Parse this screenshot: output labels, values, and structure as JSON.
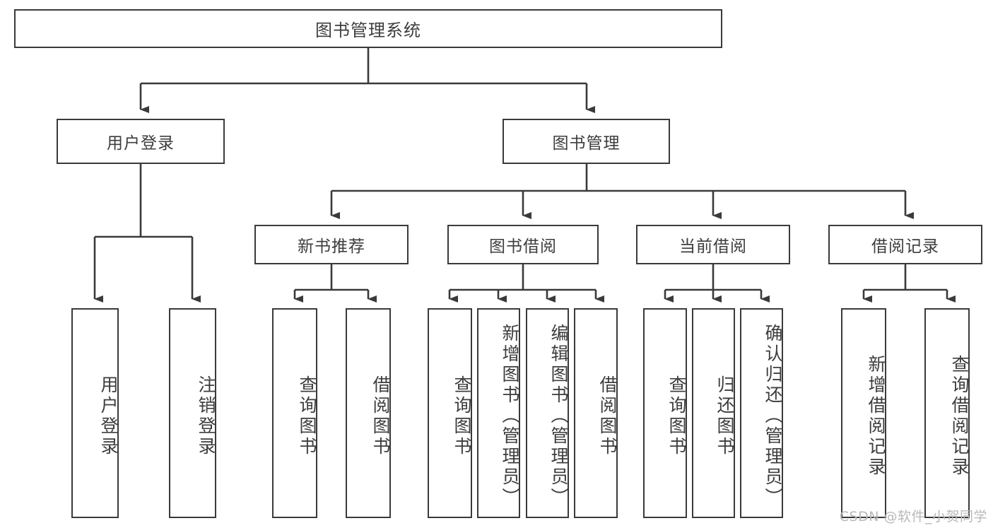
{
  "diagram": {
    "type": "tree-hierarchy",
    "title": "图书管理系统",
    "watermark": "CSDN @软件_小贺同学",
    "colors": {
      "stroke": "#3a3a3a",
      "fill": "#ffffff",
      "text": "#3d3d3d",
      "watermark": "#b8b8b8"
    },
    "root": {
      "id": "root",
      "label": "图书管理系统",
      "orientation": "horizontal"
    },
    "level1": [
      {
        "id": "user-login",
        "label": "用户登录",
        "orientation": "horizontal"
      },
      {
        "id": "book-manage",
        "label": "图书管理",
        "orientation": "horizontal"
      }
    ],
    "level2": [
      {
        "id": "new-book-recommend",
        "label": "新书推荐",
        "orientation": "horizontal",
        "parent": "book-manage"
      },
      {
        "id": "book-borrow",
        "label": "图书借阅",
        "orientation": "horizontal",
        "parent": "book-manage"
      },
      {
        "id": "current-borrow",
        "label": "当前借阅",
        "orientation": "horizontal",
        "parent": "book-manage"
      },
      {
        "id": "borrow-record",
        "label": "借阅记录",
        "orientation": "horizontal",
        "parent": "book-manage"
      }
    ],
    "leaves": [
      {
        "id": "leaf-user-login",
        "label": "用户登录",
        "orientation": "vertical",
        "parent": "user-login"
      },
      {
        "id": "leaf-user-logout",
        "label": "注销登录",
        "orientation": "vertical",
        "parent": "user-login"
      },
      {
        "id": "leaf-query-book-1",
        "label": "查询图书",
        "orientation": "vertical",
        "parent": "new-book-recommend"
      },
      {
        "id": "leaf-borrow-book-1",
        "label": "借阅图书",
        "orientation": "vertical",
        "parent": "new-book-recommend"
      },
      {
        "id": "leaf-query-book-2",
        "label": "查询图书",
        "orientation": "vertical",
        "parent": "book-borrow"
      },
      {
        "id": "leaf-add-book",
        "label": "新增图书（管理员）",
        "orientation": "vertical",
        "parent": "book-borrow"
      },
      {
        "id": "leaf-edit-book",
        "label": "编辑图书（管理员）",
        "orientation": "vertical",
        "parent": "book-borrow"
      },
      {
        "id": "leaf-borrow-book-2",
        "label": "借阅图书",
        "orientation": "vertical",
        "parent": "book-borrow"
      },
      {
        "id": "leaf-query-book-3",
        "label": "查询图书",
        "orientation": "vertical",
        "parent": "current-borrow"
      },
      {
        "id": "leaf-return-book",
        "label": "归还图书",
        "orientation": "vertical",
        "parent": "current-borrow"
      },
      {
        "id": "leaf-confirm-return",
        "label": "确认归还（管理员）",
        "orientation": "vertical",
        "parent": "current-borrow"
      },
      {
        "id": "leaf-add-record",
        "label": "新增借阅记录",
        "orientation": "vertical",
        "parent": "borrow-record"
      },
      {
        "id": "leaf-query-record",
        "label": "查询借阅记录",
        "orientation": "vertical",
        "parent": "borrow-record"
      }
    ]
  }
}
